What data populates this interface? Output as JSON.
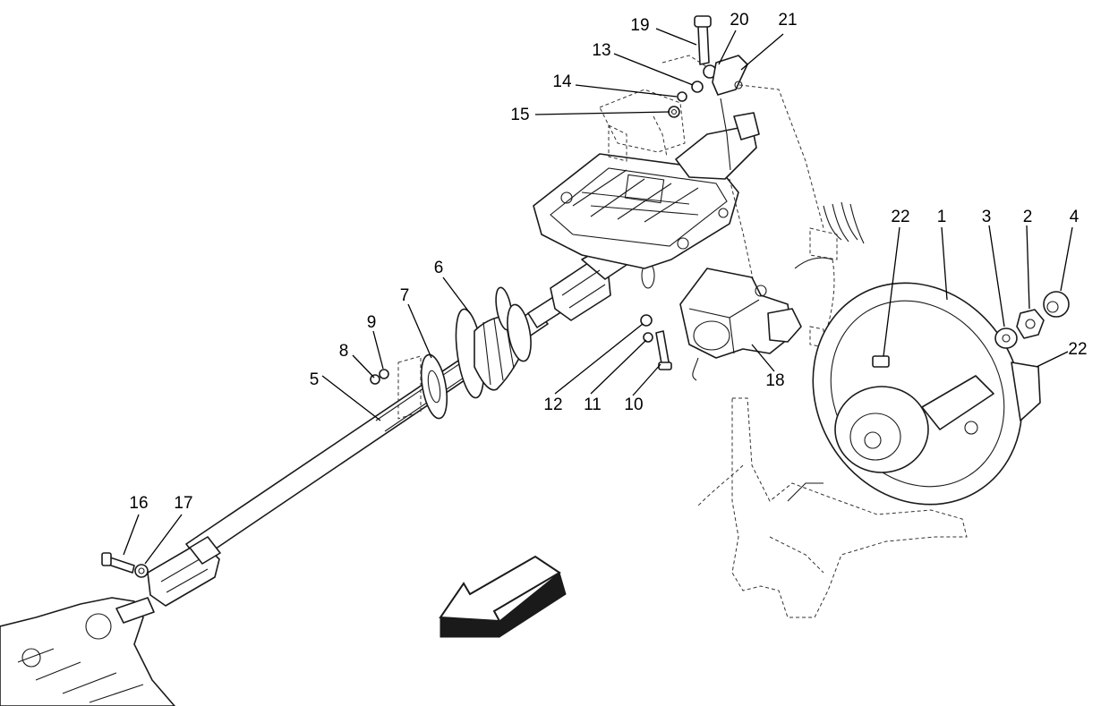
{
  "callouts": [
    {
      "id": "c1",
      "text": "1"
    },
    {
      "id": "c2",
      "text": "2"
    },
    {
      "id": "c3",
      "text": "3"
    },
    {
      "id": "c4",
      "text": "4"
    },
    {
      "id": "c5",
      "text": "5"
    },
    {
      "id": "c6",
      "text": "6"
    },
    {
      "id": "c7",
      "text": "7"
    },
    {
      "id": "c8",
      "text": "8"
    },
    {
      "id": "c9",
      "text": "9"
    },
    {
      "id": "c10",
      "text": "10"
    },
    {
      "id": "c11",
      "text": "11"
    },
    {
      "id": "c12",
      "text": "12"
    },
    {
      "id": "c13",
      "text": "13"
    },
    {
      "id": "c14",
      "text": "14"
    },
    {
      "id": "c15",
      "text": "15"
    },
    {
      "id": "c16",
      "text": "16"
    },
    {
      "id": "c17",
      "text": "17"
    },
    {
      "id": "c18",
      "text": "18"
    },
    {
      "id": "c19",
      "text": "19"
    },
    {
      "id": "c20",
      "text": "20"
    },
    {
      "id": "c21",
      "text": "21"
    },
    {
      "id": "c22a",
      "text": "22"
    },
    {
      "id": "c22b",
      "text": "22"
    }
  ],
  "icons": {
    "direction": "front-direction-arrow-icon"
  },
  "colors": {
    "line": "#1a1a1a",
    "background": "#ffffff"
  }
}
